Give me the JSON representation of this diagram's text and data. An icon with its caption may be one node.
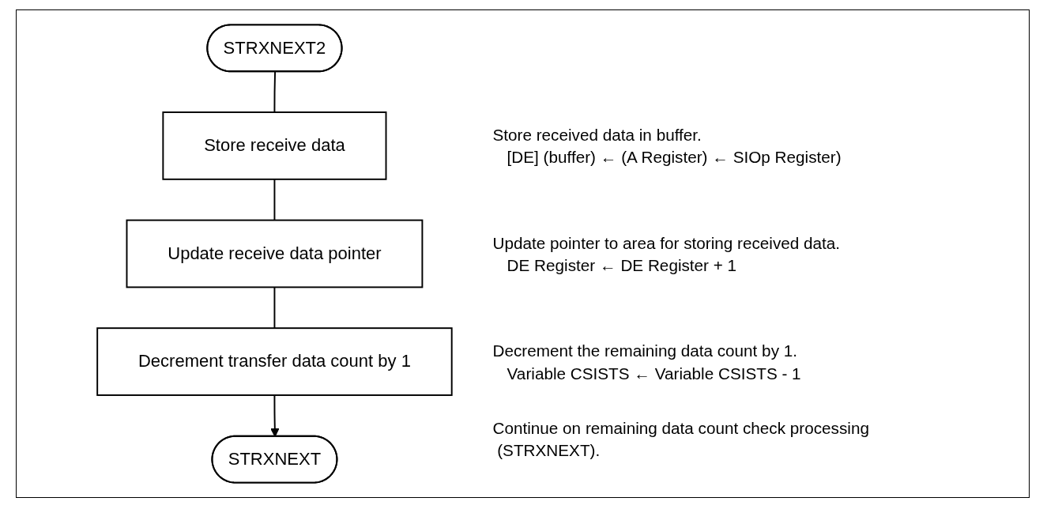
{
  "diagram": {
    "nodes": [
      {
        "text": [
          "STRXNEXT2"
        ]
      },
      {
        "text": [
          "Store receive data"
        ],
        "beside": [
          "Store received data in buffer.",
          "[DE] (buffer) ← (A Register) ← SIOp Register)"
        ]
      },
      {
        "text": [
          "Update receive data pointer"
        ],
        "beside": [
          "Update pointer to area for storing received data.",
          "DE Register ← DE Register + 1"
        ]
      },
      {
        "text": [
          "Decrement transfer data count by 1"
        ],
        "beside": [
          "Decrement the remaining data count by 1.",
          "Variable CSISTS ← Variable CSISTS - 1"
        ]
      },
      {
        "text": [
          "STRXNEXT"
        ]
      }
    ],
    "labels": [
      "Continue on remaining data count check processing (STRXNEXT)."
    ],
    "edges": [
      {
        "from": 0,
        "to": 1,
        "arrow": "none"
      },
      {
        "from": 1,
        "to": 2,
        "arrow": "none"
      },
      {
        "from": 2,
        "to": 3,
        "arrow": "none"
      },
      {
        "from": 3,
        "to": 4,
        "arrow": "to"
      }
    ]
  }
}
